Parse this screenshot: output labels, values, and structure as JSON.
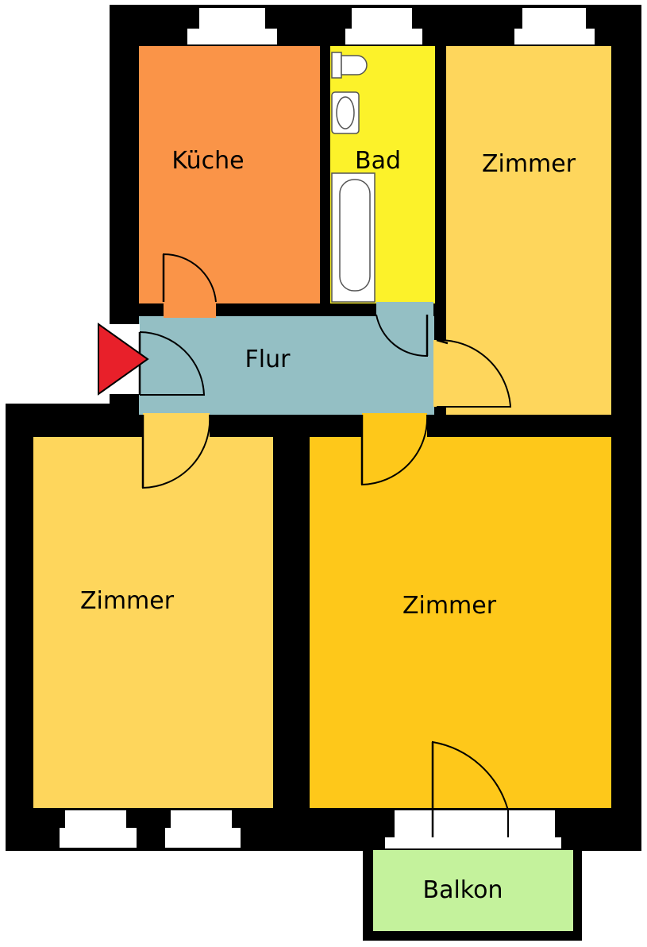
{
  "floor_plan": {
    "rooms": {
      "kitchen": {
        "label": "Küche",
        "color": "#fa9448"
      },
      "bath": {
        "label": "Bad",
        "color": "#fcf22a"
      },
      "room_ne": {
        "label": "Zimmer",
        "color": "#fed65c"
      },
      "hall": {
        "label": "Flur",
        "color": "#94bfc4"
      },
      "room_sw": {
        "label": "Zimmer",
        "color": "#fed65c"
      },
      "room_se": {
        "label": "Zimmer",
        "color": "#fec81a"
      },
      "balcony": {
        "label": "Balkon",
        "color": "#c4f29c"
      }
    },
    "colors": {
      "wall": "#000000",
      "window": "#ffffff",
      "entrance_marker": "#e8202a"
    },
    "icons": {
      "entrance": "triangle-right",
      "toilet": "toilet",
      "sink": "sink",
      "bathtub": "bathtub"
    }
  }
}
